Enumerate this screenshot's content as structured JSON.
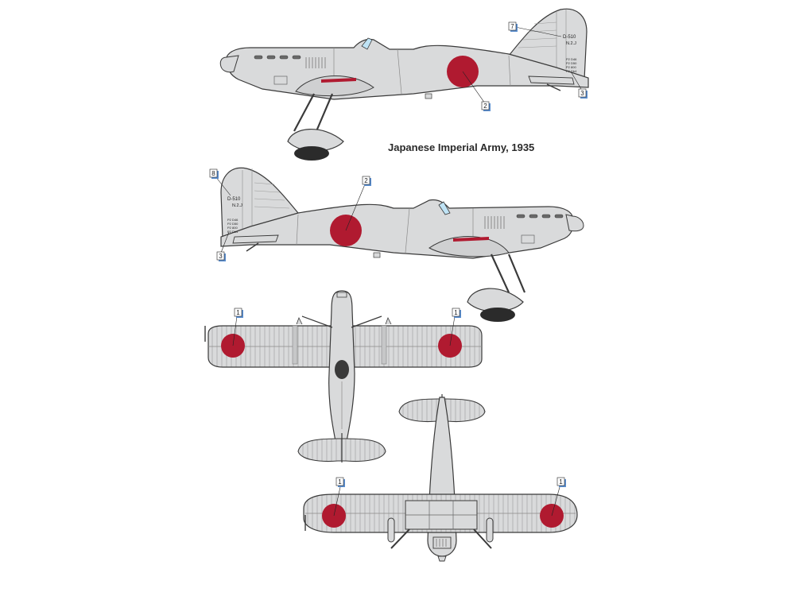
{
  "caption": "Japanese Imperial Army,  1935",
  "colors": {
    "airframe": "#d9dadb",
    "outline": "#3a3a3a",
    "hinomaru": "#b01a30",
    "tire": "#2b2b2b",
    "glass": "#bfe3f5",
    "callout_fill": "#ffffff",
    "callout_shadow": "#5b8fd0"
  },
  "fin_markings": {
    "serial": "D-510",
    "code": "N.2.J",
    "stencil": [
      "P2 D46",
      "P2 D50",
      "P2 800",
      "P2 Db4"
    ]
  },
  "callouts": {
    "side1": [
      "7",
      "2",
      "3"
    ],
    "side2": [
      "8",
      "2",
      "3"
    ],
    "top": [
      "1",
      "1"
    ],
    "bottom": [
      "1",
      "1"
    ]
  }
}
